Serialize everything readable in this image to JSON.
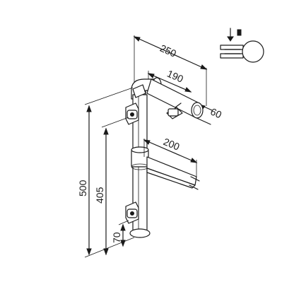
{
  "dimensions": {
    "width_top": "250",
    "width_inner": "190",
    "diameter": "60",
    "arm_length": "200",
    "height_total": "500",
    "height_lower": "405",
    "height_bottom": "70"
  },
  "colors": {
    "line": "#1a1a1a",
    "background": "#ffffff"
  }
}
